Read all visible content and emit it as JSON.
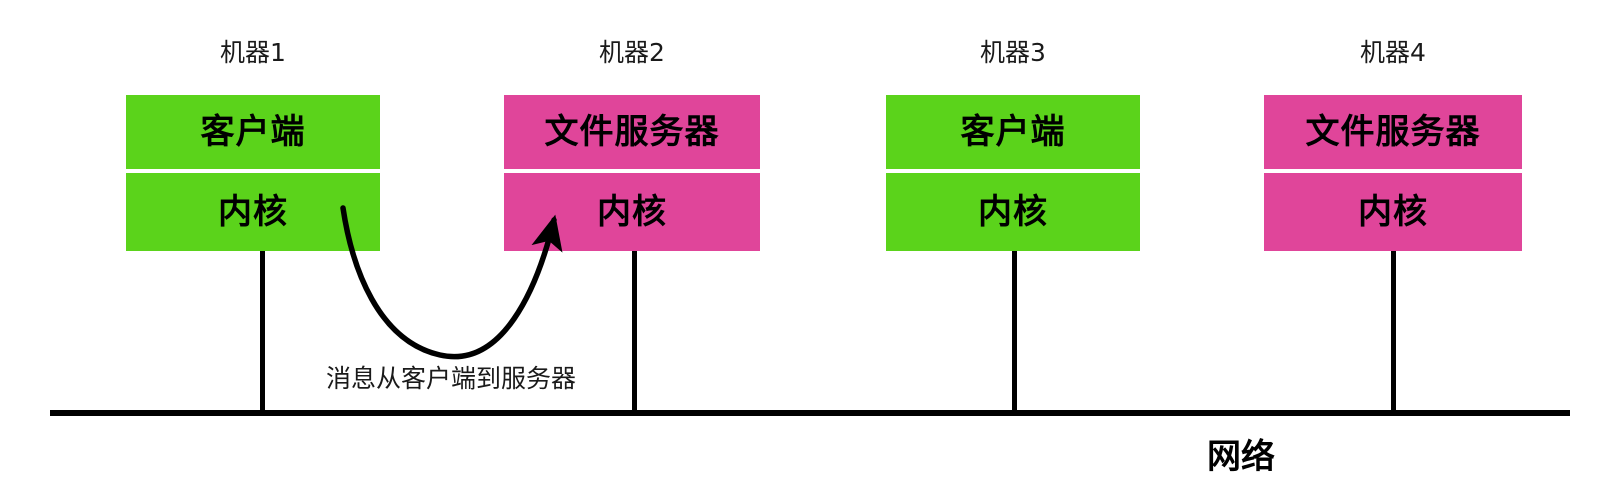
{
  "diagram": {
    "title_label": "网络",
    "network_label": "网络",
    "arrow_caption": "消息从客户端到服务器",
    "colors": {
      "client_green": "#5BD31B",
      "server_pink": "#E0459A",
      "line_black": "#000000",
      "background": "#FFFFFF",
      "text_dark": "#1A1A1A"
    },
    "machines": [
      {
        "label": "机器1",
        "top_layer": "客户端",
        "bottom_layer": "内核",
        "color": "#5BD31B",
        "role": "client"
      },
      {
        "label": "机器2",
        "top_layer": "文件服务器",
        "bottom_layer": "内核",
        "color": "#E0459A",
        "role": "file-server"
      },
      {
        "label": "机器3",
        "top_layer": "客户端",
        "bottom_layer": "内核",
        "color": "#5BD31B",
        "role": "client"
      },
      {
        "label": "机器4",
        "top_layer": "文件服务器",
        "bottom_layer": "内核",
        "color": "#E0459A",
        "role": "file-server"
      }
    ]
  }
}
